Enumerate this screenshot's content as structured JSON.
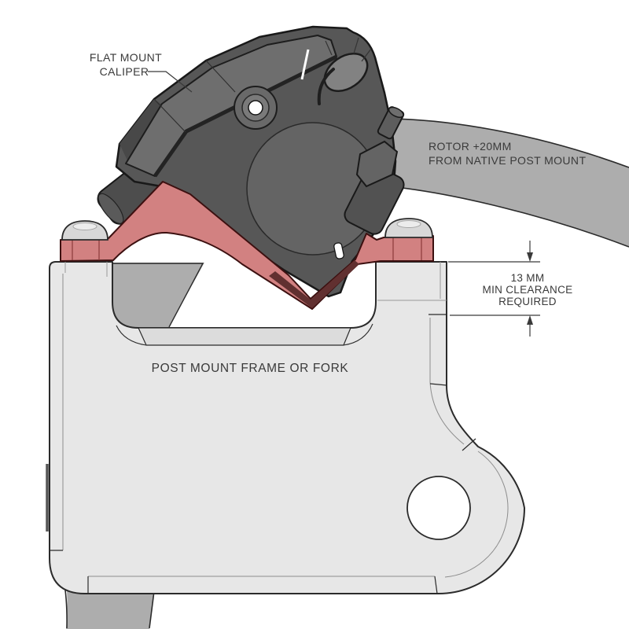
{
  "figure": {
    "kind": "technical-illustration",
    "labels": {
      "caliper": {
        "line1": "FLAT MOUNT",
        "line2": "CALIPER"
      },
      "rotor": {
        "line1": "ROTOR +20MM",
        "line2": "FROM NATIVE POST MOUNT"
      },
      "clearance": {
        "line1": "13 MM",
        "line2": "MIN CLEARANCE",
        "line3": "REQUIRED"
      },
      "frame": {
        "label": "POST MOUNT FRAME OR FORK"
      }
    },
    "colors": {
      "adapter_red": "#d28181",
      "adapter_shadow": "#613030",
      "rotor_gray": "#adadad",
      "caliper_body": "#575757",
      "caliper_plate": "#6e6e6e",
      "frame_light": "#e7e7e7",
      "channel_face": "#dcdcdc",
      "bolt_silver": "#d8d8d8",
      "outline": "#2b2b2b",
      "annotation": "#3a3a3a"
    }
  }
}
